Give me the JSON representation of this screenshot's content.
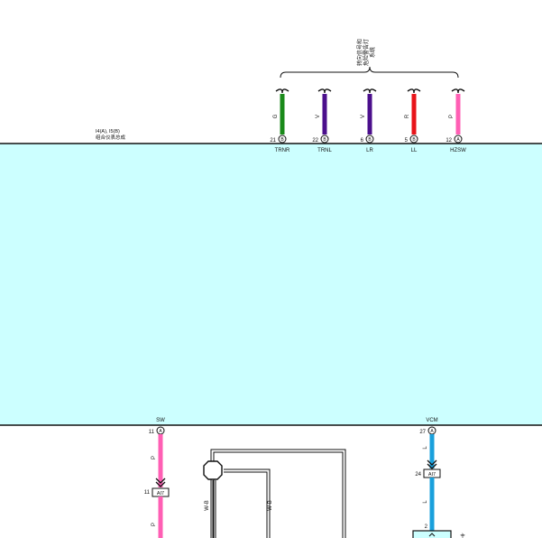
{
  "top_note": {
    "lines": [
      "转向信号和",
      "危险警告灯",
      "系统"
    ]
  },
  "module": {
    "connector_ref": "I4(A), I5(B)",
    "name": "组合仪表总成",
    "fill": "#ccffff"
  },
  "top_wires": [
    {
      "color_code": "G",
      "color": "#1a8a1a",
      "pin": "21",
      "conn": "B",
      "signal": "TRNR"
    },
    {
      "color_code": "V",
      "color": "#4b0f8c",
      "pin": "22",
      "conn": "B",
      "signal": "TRNL"
    },
    {
      "color_code": "V",
      "color": "#4b0f8c",
      "pin": "6",
      "conn": "B",
      "signal": "LR"
    },
    {
      "color_code": "R",
      "color": "#e8141a",
      "pin": "5",
      "conn": "B",
      "signal": "LL"
    },
    {
      "color_code": "P",
      "color": "#ff5fb4",
      "pin": "12",
      "conn": "A",
      "signal": "HZSW"
    }
  ],
  "bottom_wires": [
    {
      "signal": "SW",
      "pin": "11",
      "conn": "A",
      "color_code": "P",
      "color": "#ff5fb4",
      "junction_pin": "11",
      "junction": "AI7",
      "color_code_2": "P"
    },
    {
      "signal": "VCM",
      "pin": "27",
      "conn": "A",
      "color_code": "L",
      "color": "#1aa0dc",
      "junction_pin": "24",
      "junction": "AI7",
      "color_code_2": "L",
      "end_pin": "2"
    }
  ],
  "shield_labels": [
    "W-B",
    "W-B"
  ]
}
